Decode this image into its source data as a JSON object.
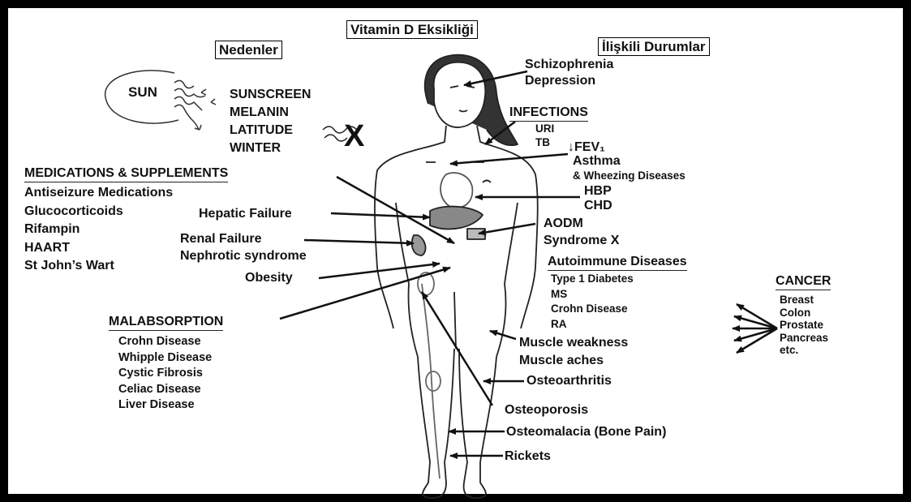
{
  "title": "Vitamin D Eksikliği",
  "causes_header": "Nedenler",
  "related_header": "İlişkili Durumlar",
  "sun": "SUN",
  "sun_factors": [
    "SUNSCREEN",
    "MELANIN",
    "LATITUDE",
    "WINTER"
  ],
  "x_mark": "X",
  "medications": {
    "header": "MEDICATIONS & SUPPLEMENTS",
    "items": [
      "Antiseizure Medications",
      "Glucocorticoids",
      "Rifampin",
      "HAART",
      "St John’s Wart"
    ]
  },
  "organ_conditions": {
    "hepatic": "Hepatic Failure",
    "renal": "Renal  Failure",
    "nephrotic": "Nephrotic syndrome",
    "obesity": "Obesity"
  },
  "malabsorption": {
    "header": "MALABSORPTION",
    "items": [
      "Crohn Disease",
      "Whipple  Disease",
      "Cystic Fibrosis",
      "Celiac Disease",
      "Liver Disease"
    ]
  },
  "related": {
    "schizophrenia": "Schizophrenia",
    "depression": "Depression",
    "infections_header": "INFECTIONS",
    "infections": [
      "URI",
      "TB"
    ],
    "fev": "↓FEV₁",
    "asthma": "Asthma",
    "wheezing": "& Wheezing Diseases",
    "hbp": "HBP",
    "chd": "CHD",
    "aodm": "AODM",
    "syndrome_x": "Syndrome X",
    "autoimmune_header": "Autoimmune Diseases",
    "autoimmune": [
      "Type 1 Diabetes",
      "MS",
      "Crohn Disease",
      "RA"
    ],
    "muscle_weakness": "Muscle weakness",
    "muscle_aches": "Muscle aches",
    "osteoarthritis": "Osteoarthritis",
    "osteoporosis": "Osteoporosis",
    "osteomalacia": "Osteomalacia (Bone Pain)",
    "rickets": "Rickets"
  },
  "cancer": {
    "header": "CANCER",
    "items": [
      "Breast",
      "Colon",
      "Prostate",
      "Pancreas",
      "etc."
    ]
  }
}
